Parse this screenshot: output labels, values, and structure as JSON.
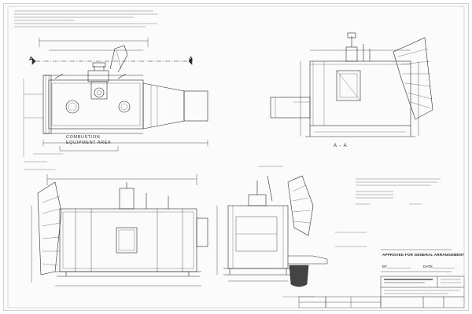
{
  "sheet": {
    "approved_label": "APPROVED FOR GENERAL ARRANGEMENT",
    "approved_by": "BY____________",
    "approved_date": "DATE___________"
  },
  "views": {
    "plan_title": "A - A",
    "section_marker_left": "A",
    "section_marker_right": "A",
    "combustion_line1": "COMBUSTION",
    "combustion_line2": "EQUIPMENT AREA"
  },
  "colors": {
    "line": "#2b2b2b",
    "paper": "#fbfbfb",
    "frame": "#cfcfcf"
  }
}
